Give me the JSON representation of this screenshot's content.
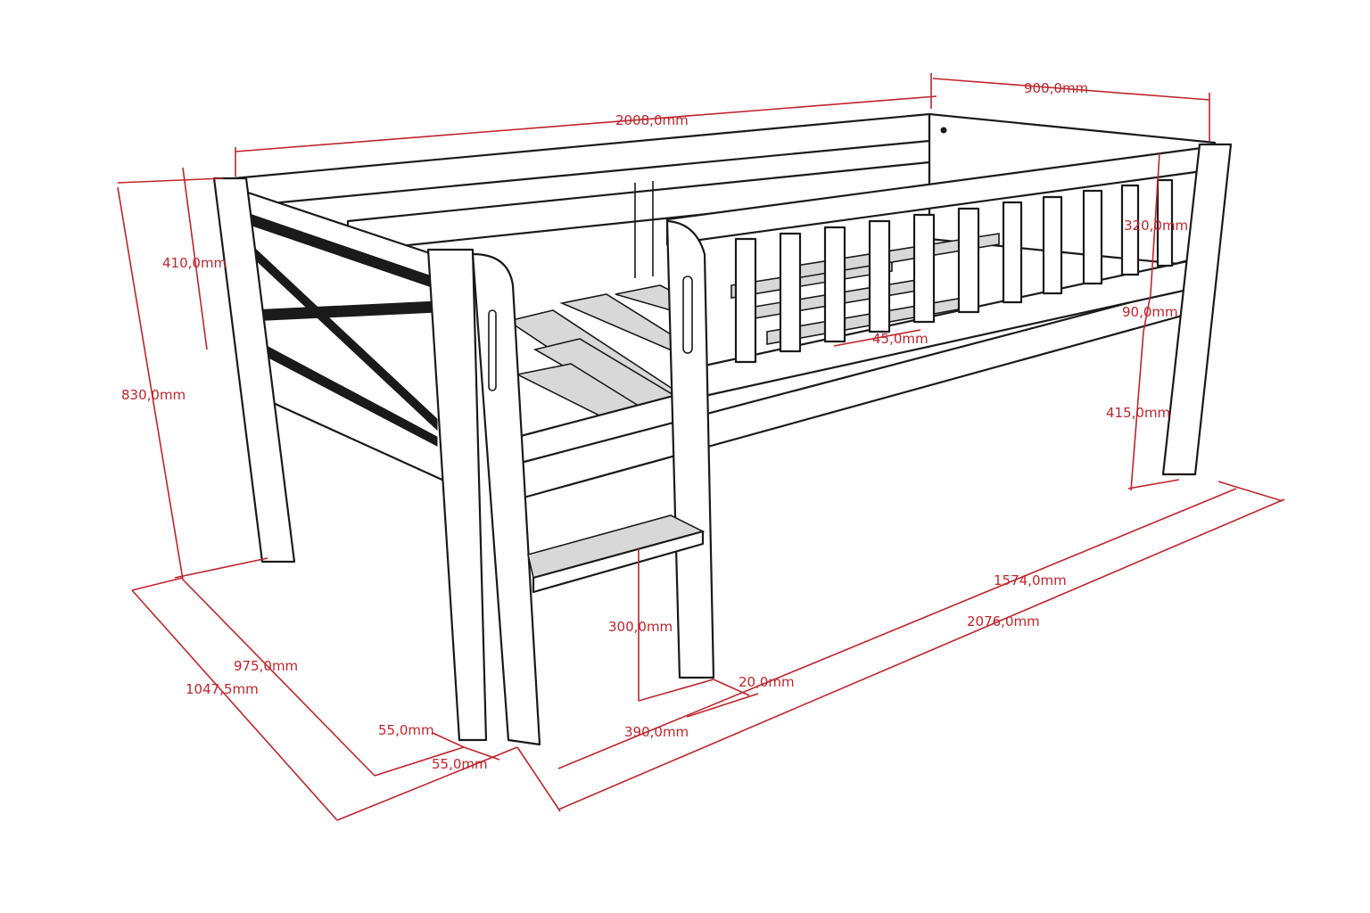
{
  "colors": {
    "dimension": "#c0242c",
    "outline": "#1a1a1a",
    "slat_shade": "#d8d8d8",
    "background": "#ffffff"
  },
  "dimensions": {
    "overall_length_rail": "2008,0mm",
    "overall_width": "900,0mm",
    "guard_rail_height": "320,0mm",
    "rail_board_height": "90,0mm",
    "slat_gap": "45,0mm",
    "head_board_height": "410,0mm",
    "overall_height": "830,0mm",
    "leg_height": "415,0mm",
    "guard_rail_length": "1574,0mm",
    "overall_length": "2076,0mm",
    "step_height": "300,0mm",
    "ladder_offset": "20,0mm",
    "ladder_opening": "390,0mm",
    "width_inner": "975,0mm",
    "width_outer": "1047,5mm",
    "post_width_a": "55,0mm",
    "post_width_b": "55,0mm"
  }
}
